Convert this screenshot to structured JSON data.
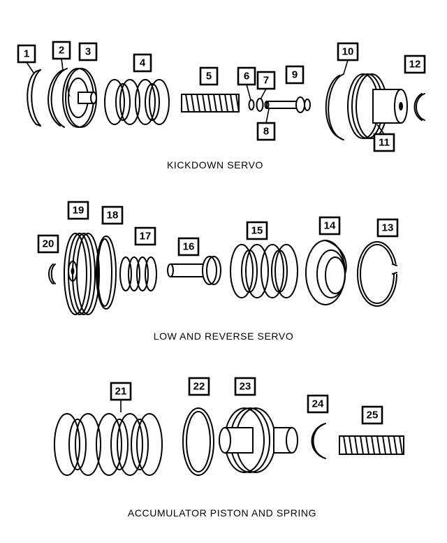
{
  "sections": [
    {
      "caption": "KICKDOWN SERVO",
      "callouts": [
        "1",
        "2",
        "3",
        "4",
        "5",
        "6",
        "7",
        "8",
        "9",
        "10",
        "11",
        "12"
      ]
    },
    {
      "caption": "LOW AND REVERSE SERVO",
      "callouts": [
        "13",
        "14",
        "15",
        "16",
        "17",
        "18",
        "19",
        "20"
      ]
    },
    {
      "caption": "ACCUMULATOR PISTON AND SPRING",
      "callouts": [
        "21",
        "22",
        "23",
        "24",
        "25"
      ]
    }
  ]
}
